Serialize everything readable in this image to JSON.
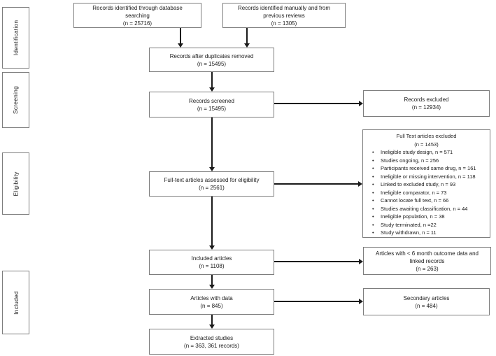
{
  "sidebar": {
    "stages": [
      "Identification",
      "Screening",
      "Eligibility",
      "Included"
    ]
  },
  "nodes": {
    "db_search": {
      "lines": [
        "Records identified through database",
        "searching",
        "(n = 25716)"
      ]
    },
    "manual": {
      "lines": [
        "Records identified manually and from",
        "previous reviews",
        "(n = 1305)"
      ]
    },
    "duplicates": {
      "lines": [
        "Records after duplicates removed",
        "(n = 15495)"
      ]
    },
    "screened": {
      "lines": [
        "Records screened",
        "(n = 15495)"
      ]
    },
    "records_excluded": {
      "lines": [
        "Records excluded",
        "(n = 12934)"
      ]
    },
    "fulltext_assessed": {
      "lines": [
        "Full-text articles assessed for eligibility",
        "(n = 2561)"
      ]
    },
    "fulltext_excluded": {
      "header": [
        "Full Text articles excluded",
        "(n = 1453)"
      ],
      "items": [
        "Ineligible study design, n = 571",
        "Studies ongoing, n = 256",
        "Participants received same drug, n = 161",
        "Ineligible or missing intervention, n = 118",
        "Linked to excluded study, n = 93",
        "Ineligible comparator, n = 73",
        "Cannot locate full text, n = 66",
        "Studies awaiting classification, n = 44",
        "Ineligible population, n = 38",
        "Study terminated, n =22",
        "Study withdrawn, n = 11"
      ]
    },
    "included_articles": {
      "lines": [
        "Included articles",
        "(n = 1108)"
      ]
    },
    "six_month": {
      "lines": [
        "Articles with < 6 month outcome data and",
        "linked records",
        "(n = 263)"
      ]
    },
    "articles_with_data": {
      "lines": [
        "Articles with data",
        "(n = 845)"
      ]
    },
    "secondary_articles": {
      "lines": [
        "Secondary articles",
        "(n = 484)"
      ]
    },
    "extracted_studies": {
      "lines": [
        "Extracted studies",
        "(n = 363, 361 records)"
      ]
    }
  },
  "colors": {
    "box_border": "#7d7d7d",
    "arrow": "#1a1a1a",
    "text": "#1a1a1a",
    "background": "#ffffff"
  }
}
